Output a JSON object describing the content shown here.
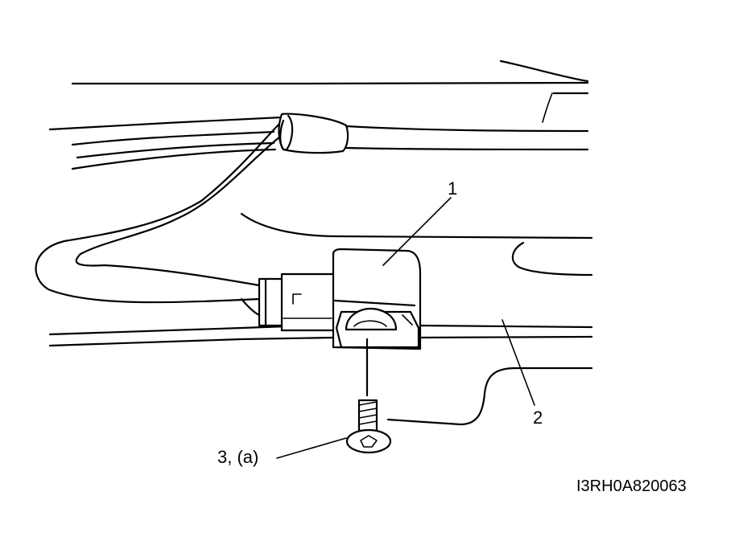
{
  "labels": {
    "part_1": "1",
    "part_2": "2",
    "part_3": "3, (a)"
  },
  "figure_id": "I3RH0A820063"
}
